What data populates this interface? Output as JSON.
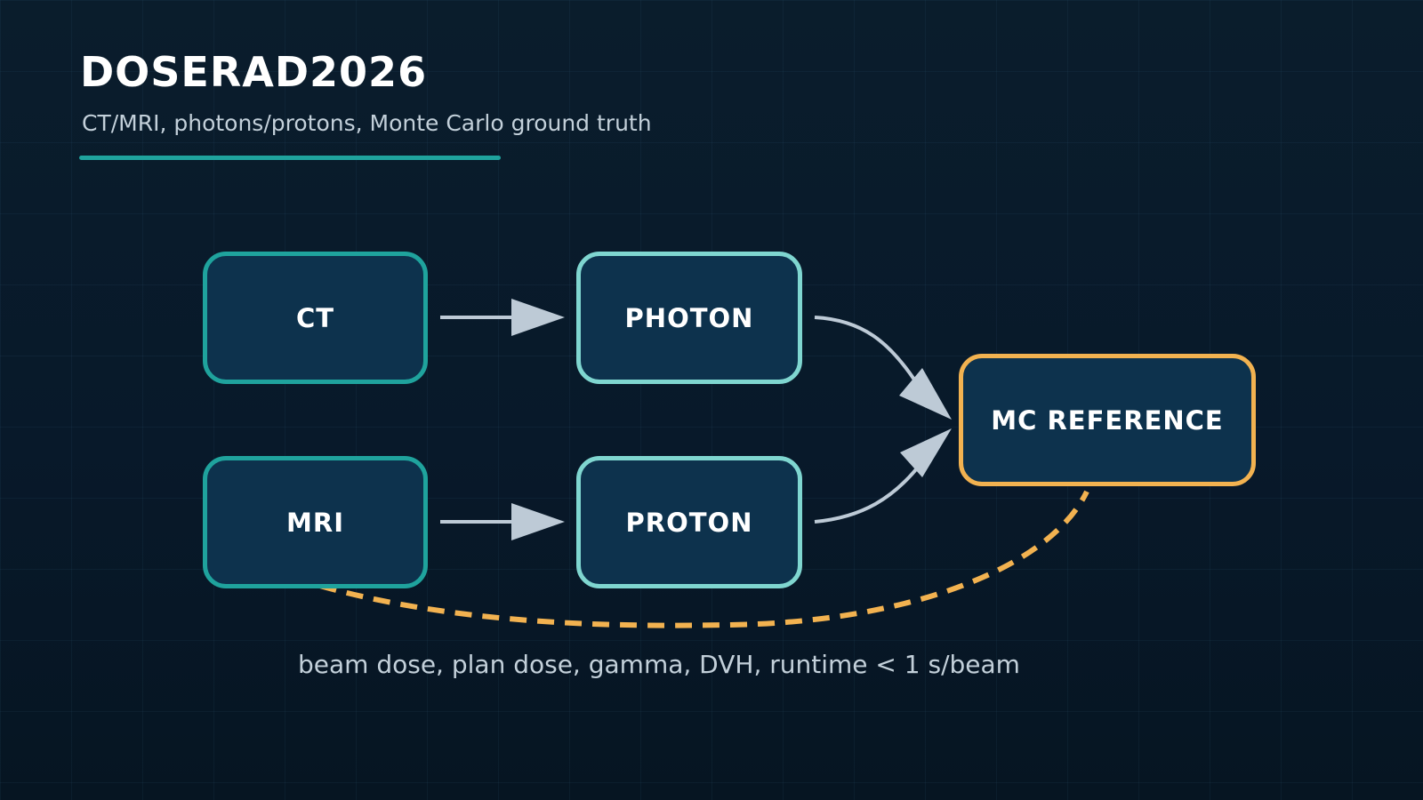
{
  "header": {
    "title": "DOSERAD2026",
    "subtitle": "CT/MRI, photons/protons, Monte Carlo ground truth"
  },
  "nodes": {
    "ct": "CT",
    "mri": "MRI",
    "photon": "PHOTON",
    "proton": "PROTON",
    "mc_reference": "MC REFERENCE"
  },
  "footer": {
    "text": "beam dose, plan dose, gamma, DVH, runtime < 1 s/beam"
  },
  "colors": {
    "background": "#08192a",
    "node_fill": "#0d324d",
    "input_border": "#1fa39d",
    "modality_border": "#7fd6d0",
    "reference_border": "#f2b250",
    "arrow": "#bdcad6",
    "accent": "#1fa39d"
  }
}
